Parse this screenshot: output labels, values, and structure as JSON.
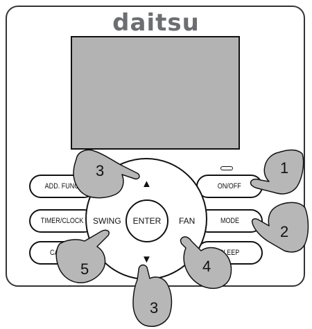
{
  "brand": "daitsu",
  "buttons": {
    "add_func": "ADD. FUNC.",
    "timer_clock": "TIMER/CLOCK",
    "cancel": "CANCEL",
    "on_off": "ON/OFF",
    "mode": "MODE",
    "sleep": "SLEEP"
  },
  "dial": {
    "swing": "SWING",
    "enter": "ENTER",
    "fan": "FAN",
    "up_arrow": "▲",
    "down_arrow": "▼"
  },
  "callouts": {
    "up": "3",
    "on_off": "1",
    "mode": "2",
    "swing": "5",
    "fan": "4",
    "down": "3"
  },
  "colors": {
    "display": "#b3b3b3",
    "logo": "#6d6e71",
    "hand": "#b7b7b7",
    "outline": "#111111"
  }
}
